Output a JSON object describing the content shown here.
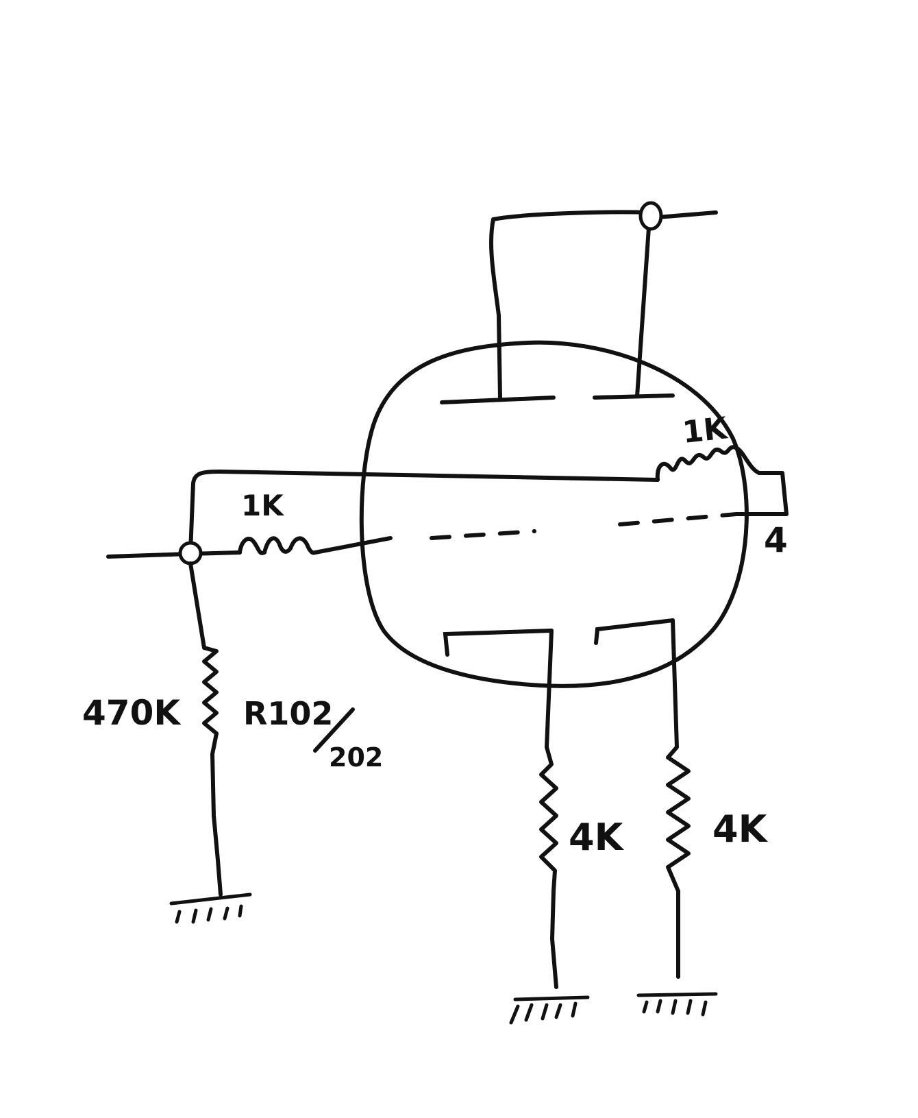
{
  "labels": {
    "grid_resistor": "1K",
    "feedback_resistor": "1K",
    "pin_number": "4",
    "input_resistor_value": "470K",
    "input_resistor_ref": "R102",
    "input_resistor_ref_alt": "202",
    "cathode_resistor_left": "4K",
    "cathode_resistor_right": "4K"
  }
}
